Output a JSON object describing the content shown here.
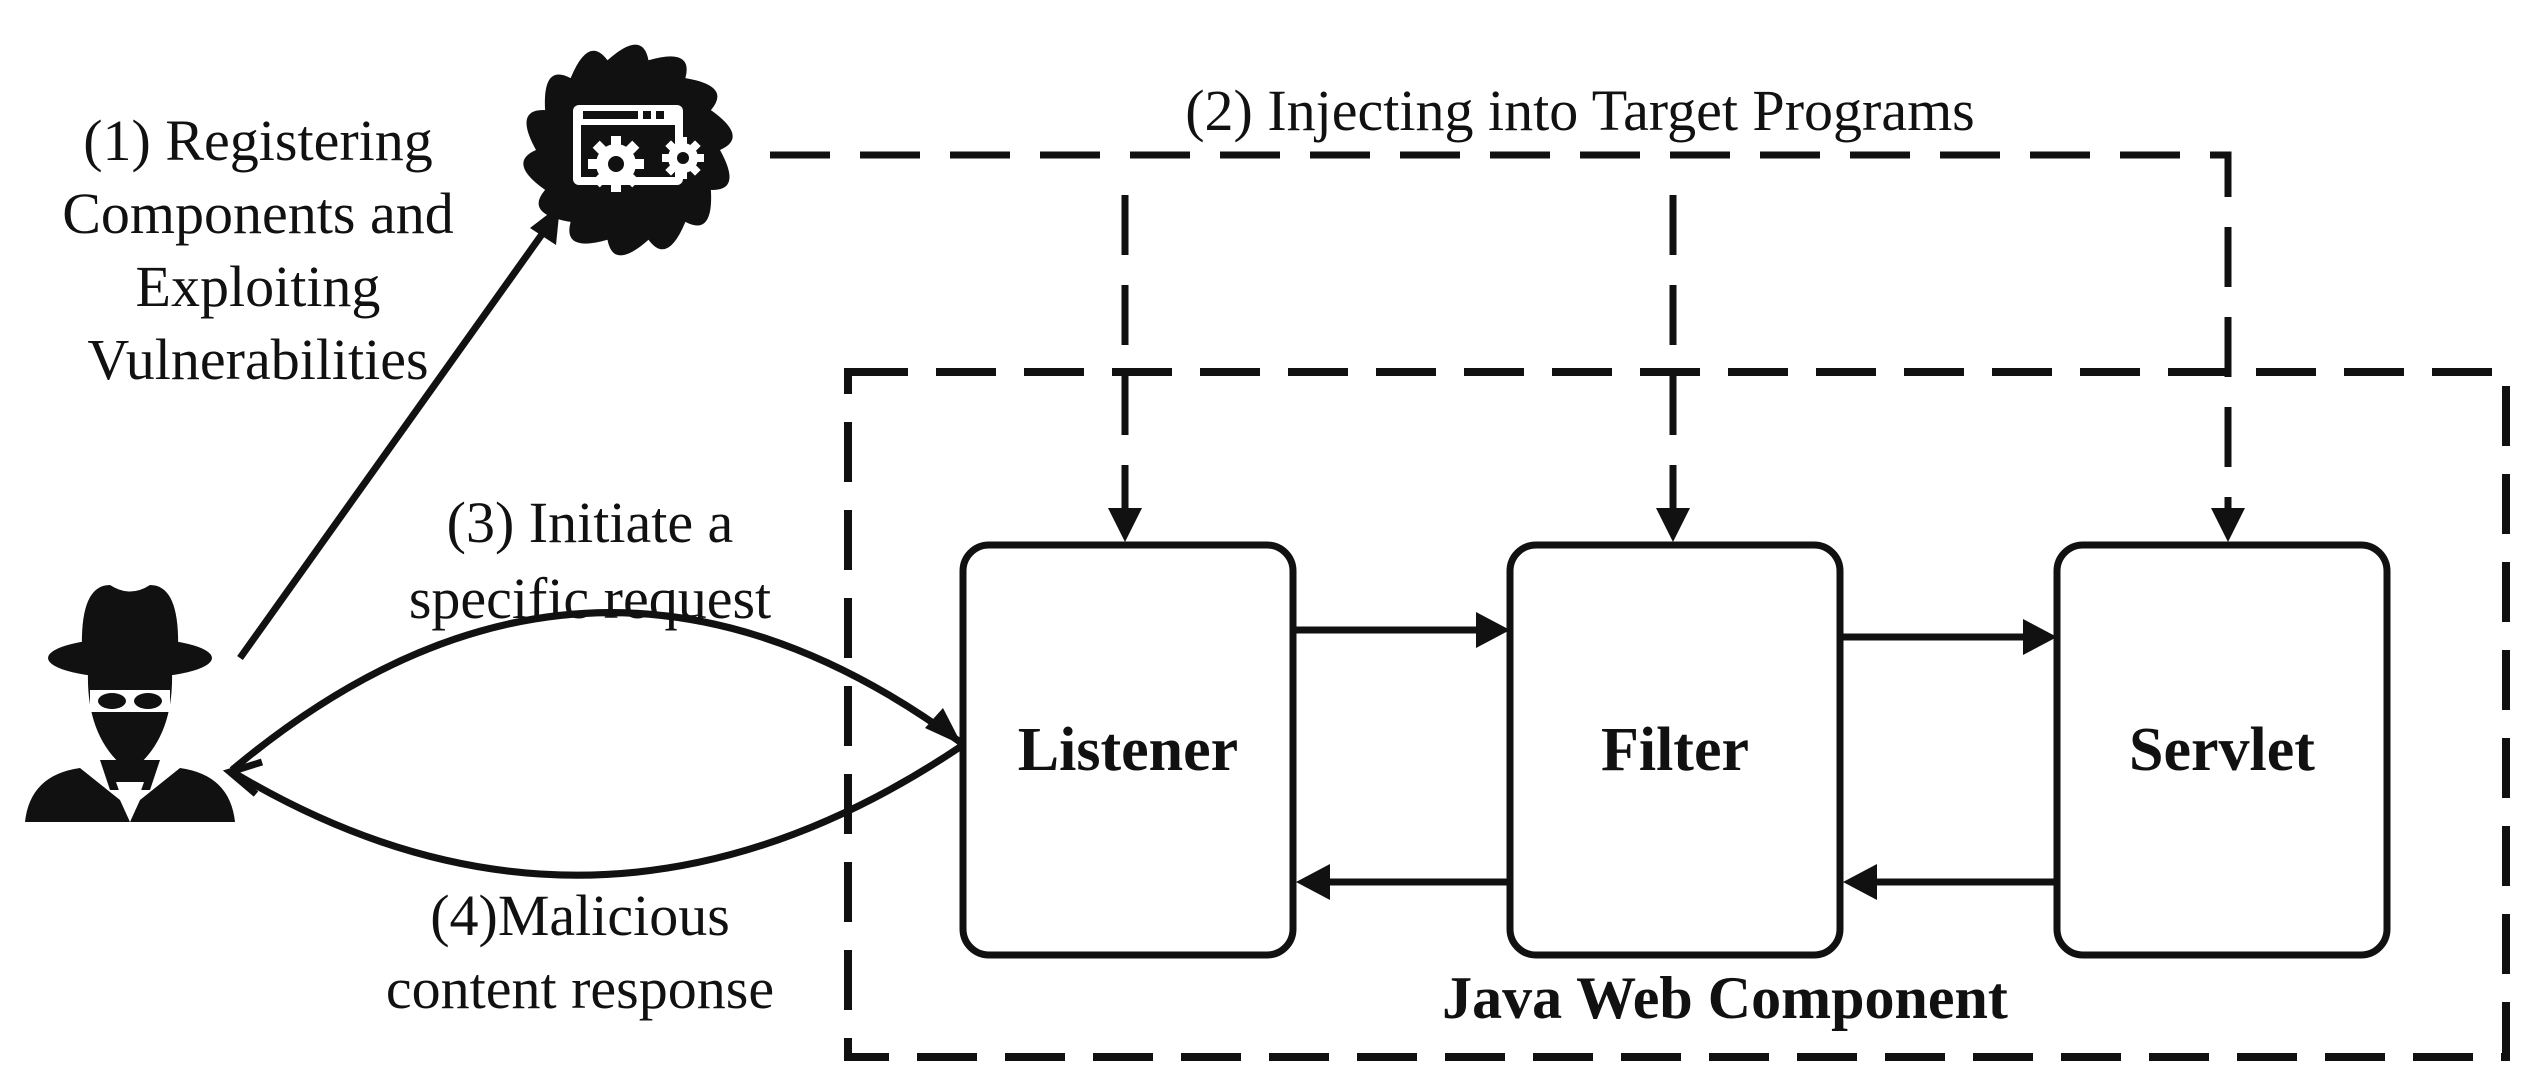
{
  "diagram": {
    "steps": {
      "register": [
        "(1) Registering",
        "Components and",
        "Exploiting",
        "Vulnerabilities"
      ],
      "inject": "(2) Injecting into Target Programs",
      "request": [
        "(3) Initiate a",
        "specific request"
      ],
      "response": [
        "(4)Malicious",
        "content response"
      ]
    },
    "components": {
      "listener": "Listener",
      "filter": "Filter",
      "servlet": "Servlet"
    },
    "container_label": "Java Web Component",
    "icons": {
      "attacker": "hacker-icon",
      "malware": "malware-gear-icon"
    },
    "colors": {
      "stroke": "#111111",
      "background": "#ffffff"
    }
  }
}
